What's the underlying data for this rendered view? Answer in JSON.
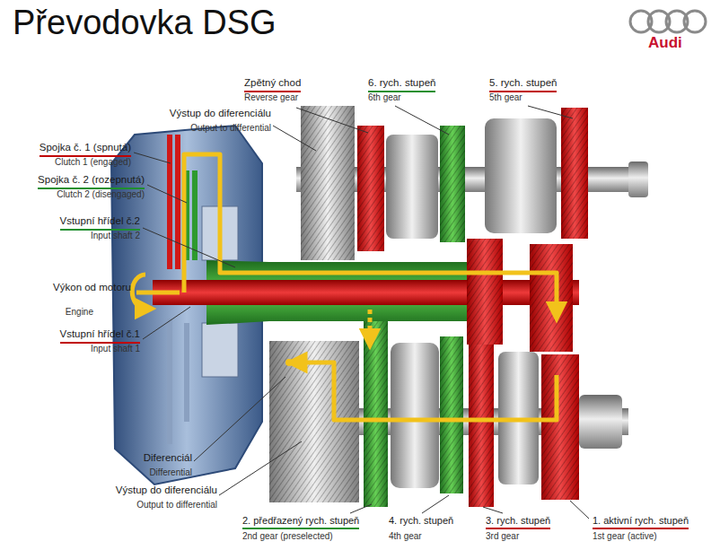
{
  "diagram": {
    "title": "Převodovka DSG",
    "labels": [
      "Audi",
      "Zpětný chod",
      "Reverse gear",
      "6. rych. stupeň",
      "6th gear",
      "5. rych. stupeň",
      "5th gear",
      "Výstup do diferenciálu",
      "Output to differential",
      "Spojka č. 1 (spnutá)",
      "Clutch 1 (engaged)",
      "Spojka č. 2 (rozepnutá)",
      "Clutch 2 (disengaged)",
      "Vstupní hřídel č.2",
      "Input shaft 2",
      "Výkon od motoru",
      "Engine",
      "Vstupní hřídel č.1",
      "Input shaft 1",
      "Diferenciál",
      "Differential",
      "Výstup do diferenciálu",
      "Output to differential",
      "2. předřazený rych. stupeň",
      "2nd gear (preselected)",
      "4. rych. stupeň",
      "4th gear",
      "3. rych. stupeň",
      "3rd gear",
      "1. aktivní rych. stupeň",
      "1st gear (active)"
    ]
  }
}
